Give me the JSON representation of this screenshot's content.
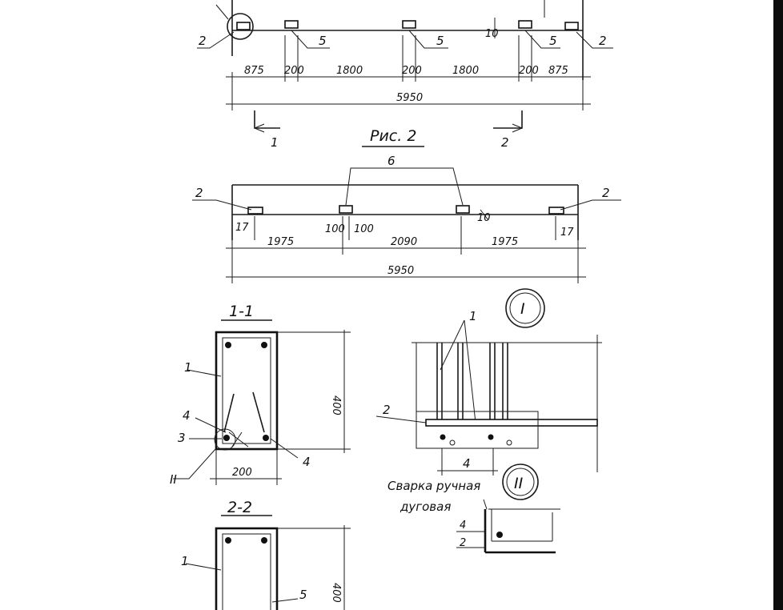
{
  "figure1": {
    "dimensions": [
      "875",
      "200",
      "1800",
      "200",
      "1800",
      "200",
      "875"
    ],
    "overall": "5950",
    "callouts": [
      "2",
      "5",
      "5",
      "5",
      "2"
    ],
    "small_dim": "10",
    "section_marks": [
      "1",
      "2"
    ]
  },
  "figure2": {
    "caption": "Рис. 2",
    "group_callout": "6",
    "callouts": [
      "2",
      "2"
    ],
    "dimensions": [
      "1975",
      "100",
      "100",
      "2090",
      "1975"
    ],
    "overall": "5950",
    "small_dims": [
      "17",
      "17",
      "10"
    ]
  },
  "section_1_1": {
    "title": "1-1",
    "callouts": [
      "1",
      "4",
      "3",
      "4"
    ],
    "height": "400",
    "width": "200",
    "detail_ref": "II"
  },
  "detail_I": {
    "mark": "I",
    "callouts": [
      "1",
      "2"
    ],
    "dim": "4"
  },
  "detail_II": {
    "mark": "II",
    "note_line1": "Сварка ручная",
    "note_line2": "дуговая",
    "callouts": [
      "4",
      "2"
    ]
  },
  "section_2_2": {
    "title": "2-2",
    "callouts": [
      "1",
      "5"
    ],
    "height": "400"
  }
}
